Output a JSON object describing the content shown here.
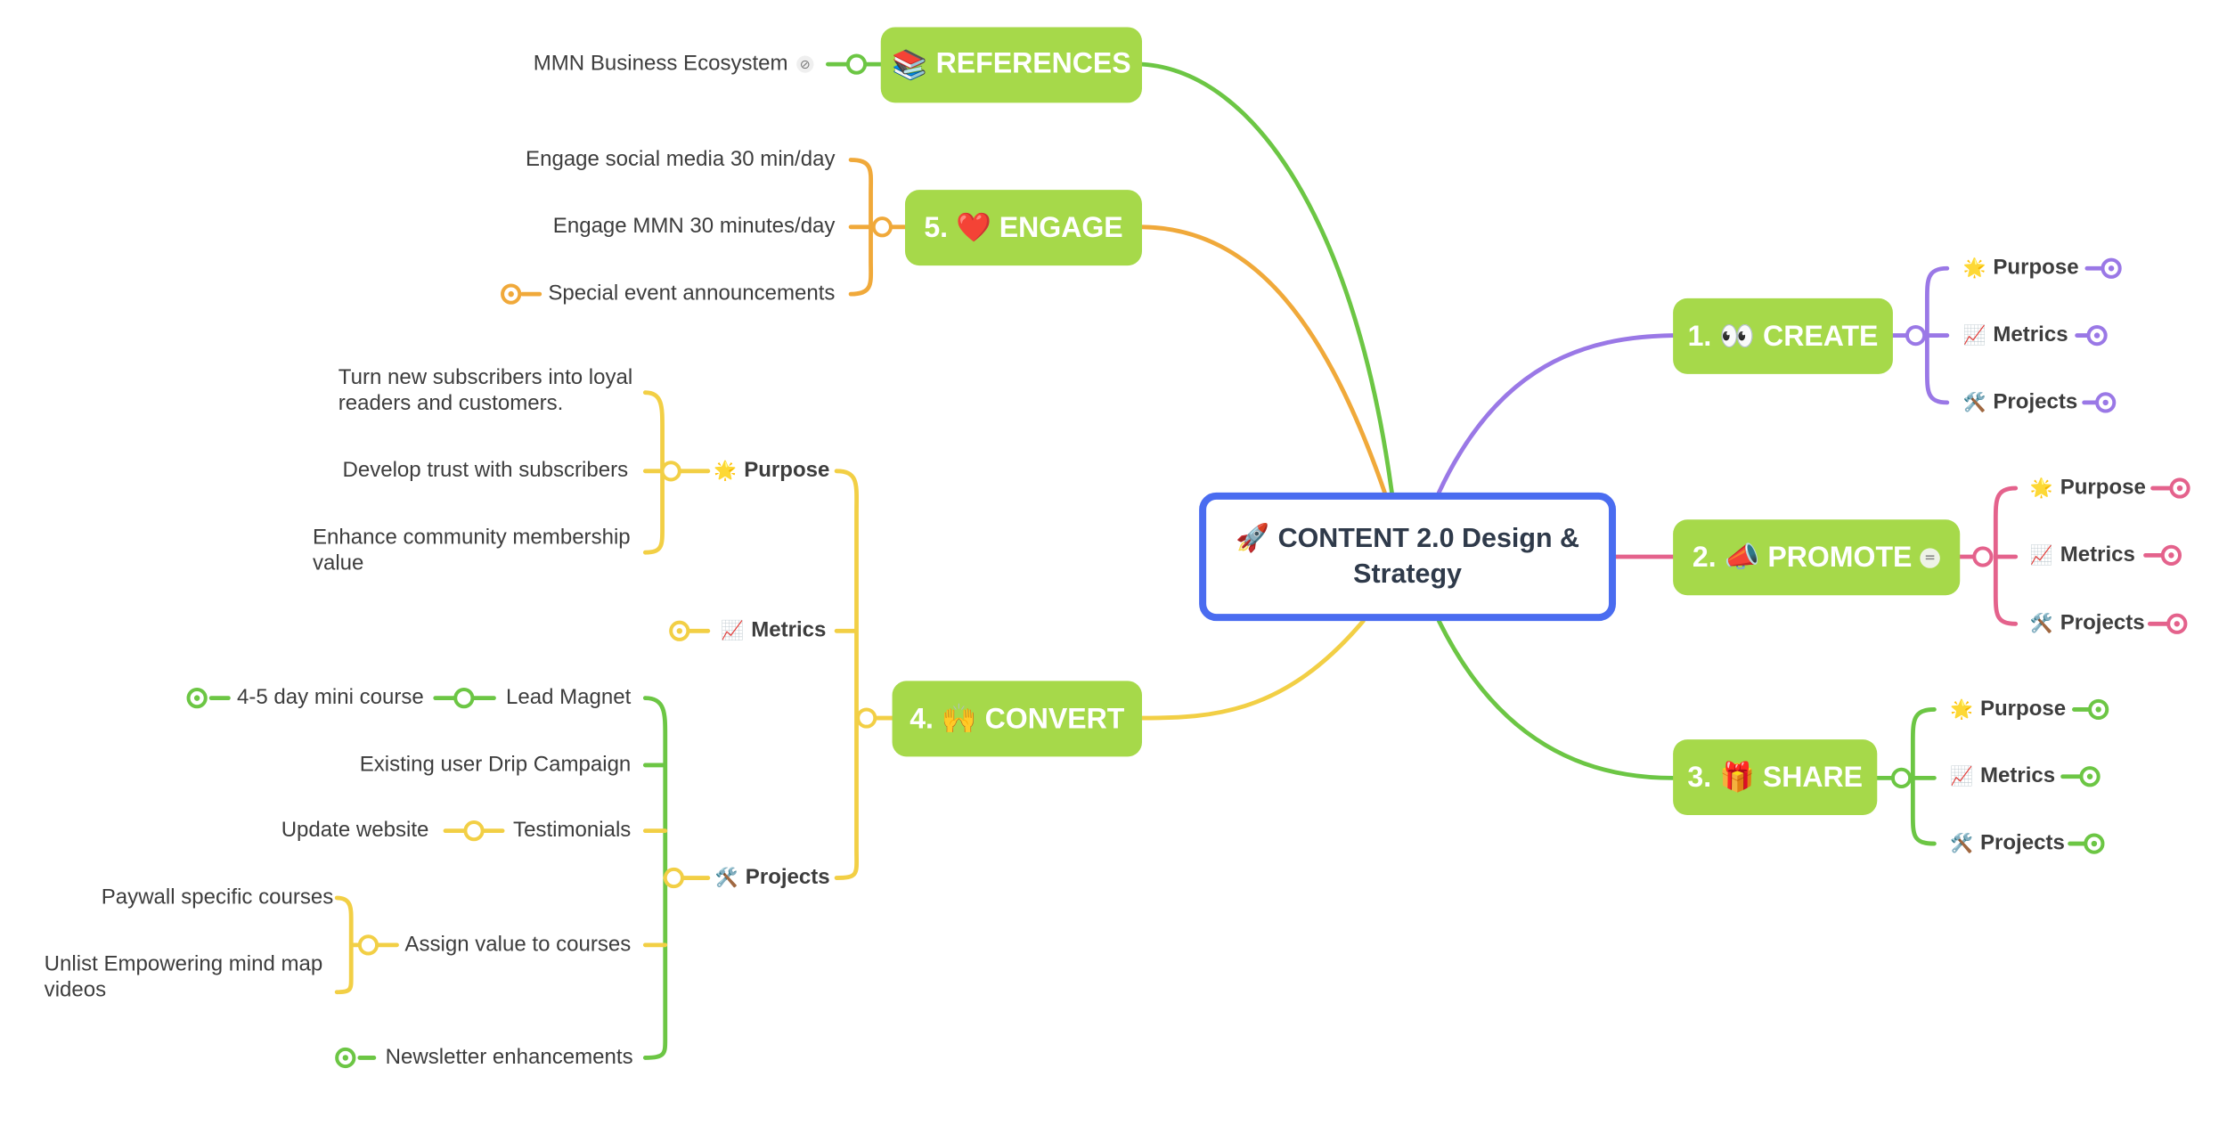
{
  "center": {
    "icon": "🚀",
    "title": "CONTENT 2.0 Design & Strategy"
  },
  "colors": {
    "center_border": "#4a6cf0",
    "topic_fill": "#a6d94a",
    "references": "#6cc644",
    "engage": "#f0a93a",
    "convert": "#f2cf45",
    "create": "#9a78e6",
    "promote": "#e4628c",
    "share": "#6cc644"
  },
  "references": {
    "label": "REFERENCES",
    "icon": "📚",
    "items": [
      {
        "text": "MMN Business Ecosystem",
        "badge": "link-icon"
      }
    ]
  },
  "engage": {
    "label": "5. ❤️ ENGAGE",
    "items": [
      "Engage social media 30 min/day",
      "Engage MMN 30 minutes/day",
      "Special event announcements"
    ]
  },
  "convert": {
    "label": "4. 🙌 CONVERT",
    "purpose": {
      "label": "Purpose",
      "icon": "🌟",
      "items": [
        "Turn new subscribers into loyal readers and customers.",
        "Develop trust with subscribers",
        "Enhance community membership value"
      ]
    },
    "metrics": {
      "label": "Metrics",
      "icon": "📈"
    },
    "projects": {
      "label": "Projects",
      "icon": "🛠️",
      "lead_magnet": "Lead Magnet",
      "mini_course": "4-5 day mini course",
      "drip": "Existing user Drip Campaign",
      "testimonials": "Testimonials",
      "update_website": "Update website",
      "assign_value": "Assign value to courses",
      "paywall": "Paywall specific courses",
      "unlist": "Unlist Empowering mind map videos",
      "newsletter": "Newsletter enhancements"
    }
  },
  "create": {
    "label": "1. 👀 CREATE",
    "subs": [
      {
        "icon": "🌟",
        "label": "Purpose"
      },
      {
        "icon": "📈",
        "label": "Metrics"
      },
      {
        "icon": "🛠️",
        "label": "Projects"
      }
    ]
  },
  "promote": {
    "label": "2. 📣 PROMOTE",
    "badge": "note-icon",
    "subs": [
      {
        "icon": "🌟",
        "label": "Purpose"
      },
      {
        "icon": "📈",
        "label": "Metrics"
      },
      {
        "icon": "🛠️",
        "label": "Projects"
      }
    ]
  },
  "share": {
    "label": "3. 🎁 SHARE",
    "subs": [
      {
        "icon": "🌟",
        "label": "Purpose"
      },
      {
        "icon": "📈",
        "label": "Metrics"
      },
      {
        "icon": "🛠️",
        "label": "Projects"
      }
    ]
  }
}
